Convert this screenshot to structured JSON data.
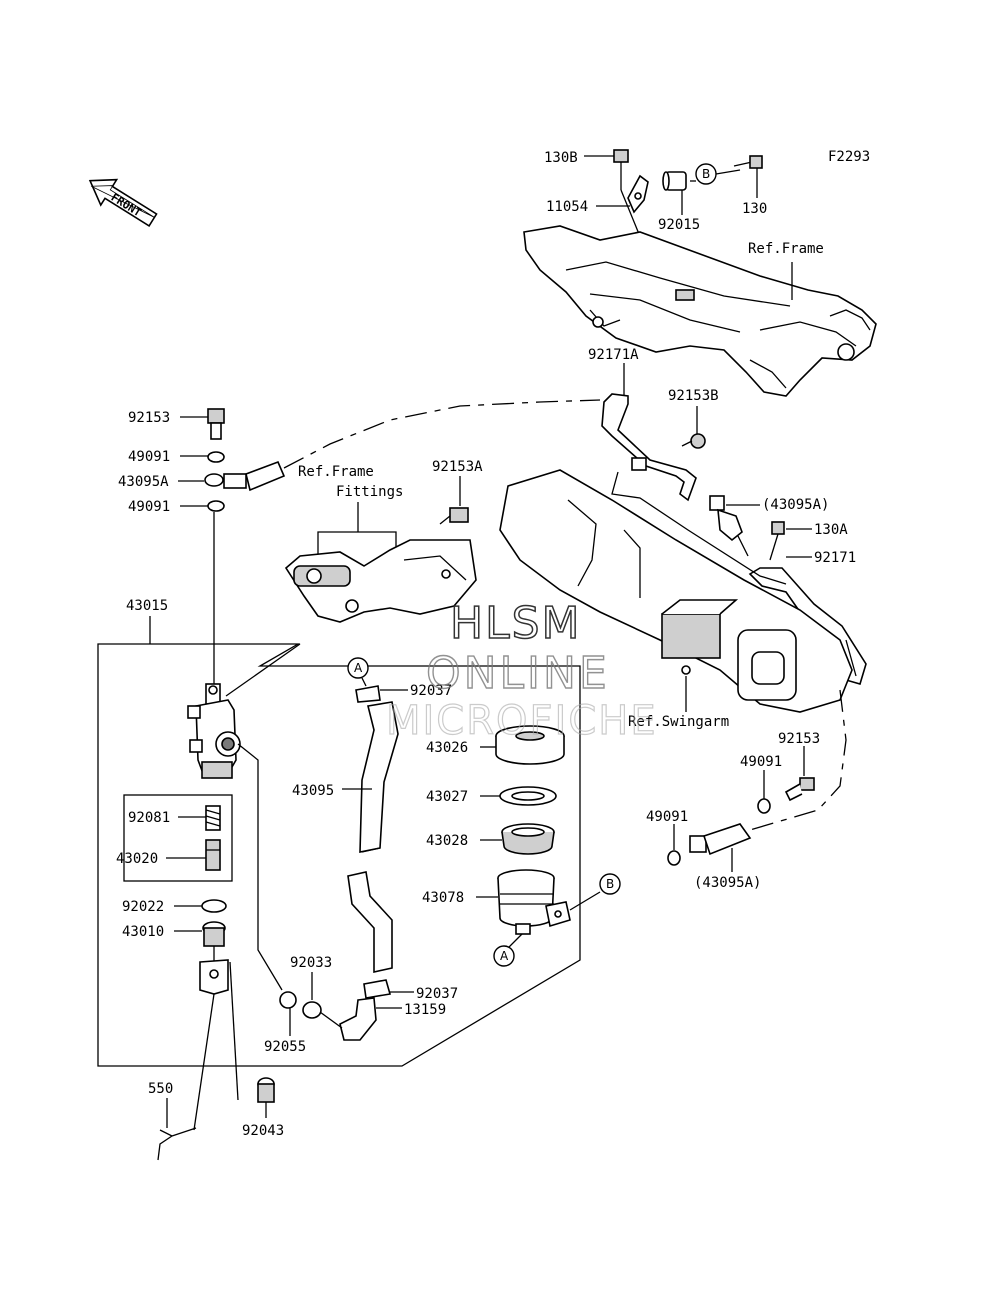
{
  "figure_code": "F2293",
  "front_arrow_text": "FRONT",
  "ref_labels": {
    "frame": "Ref.Frame",
    "frame_fittings_1": "Ref.Frame",
    "frame_fittings_2": "Fittings",
    "swingarm": "Ref.Swingarm"
  },
  "watermark": [
    "HLSM",
    "ONLINE",
    "MICROFICHE"
  ],
  "callout_markers": {
    "a": "A",
    "b": "B"
  },
  "parts": {
    "p130B": "130B",
    "p11054": "11054",
    "p92015": "92015",
    "p130": "130",
    "p92171A": "92171A",
    "p92153B": "92153B",
    "p43095A_top_right": "(43095A)",
    "p130A": "130A",
    "p92171": "92171",
    "p92153_left": "92153",
    "p49091_left_top": "49091",
    "p43095A_left": "43095A",
    "p49091_left_bottom": "49091",
    "p92153A": "92153A",
    "p43015": "43015",
    "p92037_top": "92037",
    "p43026": "43026",
    "p43095": "43095",
    "p43027": "43027",
    "p92081": "92081",
    "p43028": "43028",
    "p43020": "43020",
    "p43078": "43078",
    "p92022": "92022",
    "p43010": "43010",
    "p92033": "92033",
    "p92037_bottom": "92037",
    "p13159": "13159",
    "p92055": "92055",
    "p550": "550",
    "p92043": "92043",
    "p92153_right": "92153",
    "p49091_right_top": "49091",
    "p49091_right_bottom": "49091",
    "p43095A_bottom_right": "(43095A)"
  }
}
